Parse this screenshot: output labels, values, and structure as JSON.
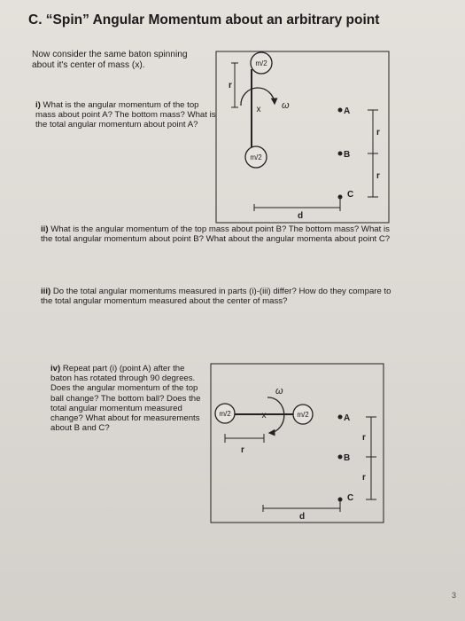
{
  "title": "C. “Spin” Angular Momentum about an arbitrary point",
  "intro": "Now consider the same baton spinning about it's center of mass (x).",
  "q1": {
    "prefix": "i)",
    "text": "What is the angular momentum of the top mass about point A? The bottom mass? What is the total angular momentum about point A?"
  },
  "q2": {
    "prefix": "ii)",
    "text": "What is the angular momentum of the top mass about point B? The bottom mass? What is the total angular momentum about point B? What about the angular momenta about point C?"
  },
  "q3": {
    "prefix": "iii)",
    "text": "Do the total angular momentums measured in parts (i)-(iii) differ? How do they compare to the total angular momentum measured about the center of mass?"
  },
  "q4": {
    "prefix": "iv)",
    "text": "Repeat part (i) (point A) after the baton has rotated through 90 degrees. Does the angular momentum of the top ball change? The bottom ball? Does the total angular momentum measured change? What about for measurements about B and C?"
  },
  "fig1": {
    "mass_top": "m/2",
    "mass_bottom": "m/2",
    "center": "x",
    "omega": "ω",
    "r_left": "r",
    "r_right_1": "r",
    "r_right_2": "r",
    "point_a": "A",
    "point_b": "B",
    "point_c": "C",
    "dist": "d"
  },
  "fig2": {
    "mass_left": "m/2",
    "mass_right": "m/2",
    "center": "x",
    "omega": "ω",
    "r_bottom": "r",
    "r_right_1": "r",
    "r_right_2": "r",
    "point_a": "A",
    "point_b": "B",
    "point_c": "C",
    "dist": "d"
  },
  "page_number": "3"
}
